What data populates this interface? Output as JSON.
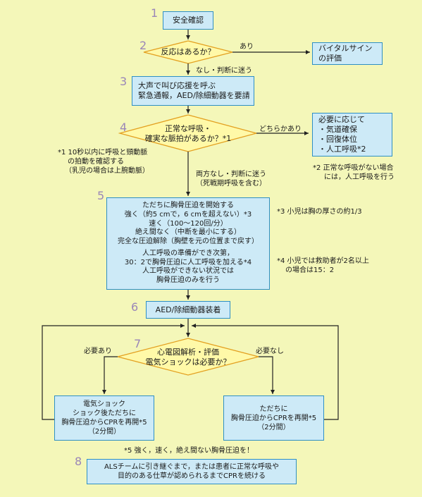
{
  "steps": [
    "1",
    "2",
    "3",
    "4",
    "5",
    "6",
    "7",
    "8"
  ],
  "box1": "安全確認",
  "diamond2": "反応はあるか？",
  "label_ari": "あり",
  "vital": [
    "バイタルサイン",
    "の評価"
  ],
  "label_nashi": "なし・判断に迷う",
  "box3": [
    "大声で叫び応援を呼ぶ",
    "緊急通報，AED/除細動器を要請"
  ],
  "diamond4": [
    "正常な呼吸・",
    "確実な脈拍があるか？*1"
  ],
  "label_dochira": "どちらかあり",
  "airway": [
    "必要に応じて",
    "・気道確保",
    "・回復体位",
    "・人工呼吸*2"
  ],
  "note1": [
    "*1 10秒以内に呼吸と頸動脈",
    "の拍動を確認する",
    "（乳児の場合は上腕動脈）"
  ],
  "note2": [
    "*2 正常な呼吸がない場合",
    "には，人工呼吸を行う"
  ],
  "label_ryoho": [
    "両方なし・判断に迷う",
    "（死戦期呼吸を含む）"
  ],
  "box5": [
    "ただちに胸骨圧迫を開始する",
    "強く（約5 cmで，6 cmを超えない）*3",
    "速く（100〜120回/分）",
    "絶え間なく（中断を最小にする）",
    "完全な圧迫解除（胸壁を元の位置まで戻す）",
    "",
    "人工呼吸の準備ができ次第，",
    "30：2で胸骨圧迫に人工呼吸を加える*4",
    "人工呼吸ができない状況では",
    "胸骨圧迫のみを行う"
  ],
  "note3": "*3 小児は胸の厚さの約1/3",
  "note4": [
    "*4 小児では救助者が2名以上",
    "の場合は15：2"
  ],
  "box6": "AED/除細動器装着",
  "diamond7": [
    "心電図解析・評価",
    "電気ショックは必要か？"
  ],
  "label_hitsuyo_ari": "必要あり",
  "label_hitsuyo_nashi": "必要なし",
  "shock": [
    "電気ショック",
    "ショック後ただちに",
    "胸骨圧迫からCPRを再開*5",
    "（2分間）"
  ],
  "noshock": [
    "ただちに",
    "胸骨圧迫からCPRを再開*5",
    "（2分間）"
  ],
  "note5": "*5 強く，速く，絶え間ない胸骨圧迫を！",
  "box8": [
    "ALSチームに引き継ぐまで，または患者に正常な呼吸や",
    "目的のある仕草が認められるまでCPRを続ける"
  ],
  "colors": {
    "background": "#f4f7b9",
    "box_fill": "#cdeaf7",
    "box_border": "#2e8fc4",
    "diamond_fill": "#fff9a8",
    "diamond_border": "#e3a020",
    "step_number": "#9a86b8",
    "arrow": "#222222"
  }
}
